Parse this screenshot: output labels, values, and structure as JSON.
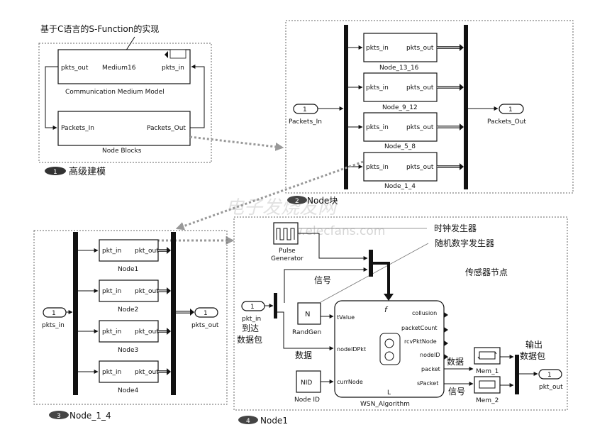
{
  "annotation_top": "基于C语言的S-Function的实现",
  "panel1": {
    "badge": "1",
    "caption": "高级建模",
    "medium_block": {
      "in_label": "pkts_in",
      "out_label": "pkts_out",
      "center": "Medium16",
      "name": "Communication Medium Model"
    },
    "node_block": {
      "in_label": "Packets_In",
      "out_label": "Packets_Out",
      "name": "Node Blocks"
    }
  },
  "panel2": {
    "badge": "2",
    "caption": "Node块",
    "inport": {
      "num": "1",
      "name": "Packets_In"
    },
    "outport": {
      "num": "1",
      "name": "Packets_Out"
    },
    "subsystems": [
      {
        "in": "pkts_in",
        "out": "pkts_out",
        "name": "Node_13_16"
      },
      {
        "in": "pkts_in",
        "out": "pkts_out",
        "name": "Node_9_12"
      },
      {
        "in": "pkts_in",
        "out": "pkts_out",
        "name": "Node_5_8"
      },
      {
        "in": "pkts_in",
        "out": "pkts_out",
        "name": "Node_1_4"
      }
    ]
  },
  "panel3": {
    "badge": "3",
    "caption": "Node_1_4",
    "inport": {
      "num": "1",
      "name": "pkts_in"
    },
    "outport": {
      "num": "1",
      "name": "pkts_out"
    },
    "nodes": [
      {
        "in": "pkt_in",
        "out": "pkt_out",
        "name": "Node1"
      },
      {
        "in": "pkt_in",
        "out": "pkt_out",
        "name": "Node2"
      },
      {
        "in": "pkt_in",
        "out": "pkt_out",
        "name": "Node3"
      },
      {
        "in": "pkt_in",
        "out": "pkt_out",
        "name": "Node4"
      }
    ]
  },
  "panel4": {
    "badge": "4",
    "caption": "Node1",
    "pulse": {
      "name1": "Pulse",
      "name2": "Generator"
    },
    "randgen": {
      "symbol": "N",
      "name": "RandGen"
    },
    "nodeid": {
      "symbol": "NID",
      "name": "Node ID"
    },
    "inport": {
      "num": "1",
      "name": "pkt_in"
    },
    "outport": {
      "num": "1",
      "name": "pkt_out"
    },
    "wsn": {
      "name": "WSN_Algorithm",
      "inputs": [
        "tValue",
        "nodeIDPkt",
        "currNode"
      ],
      "outputs": [
        "collusion",
        "packetCount",
        "rcvPktNode",
        "nodeID",
        "packet",
        "sPacket"
      ],
      "bottom": "L",
      "trigger": "f"
    },
    "mem1": "Mem_1",
    "mem2": "Mem_2",
    "labels": {
      "clock": "时钟发生器",
      "random": "随机数字发生器",
      "signal_top": "信号",
      "sensor": "传感器节点",
      "arrive1": "到达",
      "arrive2": "数据包",
      "data_mid": "数据",
      "data_right": "数据",
      "signal_right": "信号",
      "output1": "输出",
      "output2": "数据包"
    }
  },
  "watermark": {
    "cn": "电子发烧友网",
    "url": "www.elecfans.com"
  }
}
